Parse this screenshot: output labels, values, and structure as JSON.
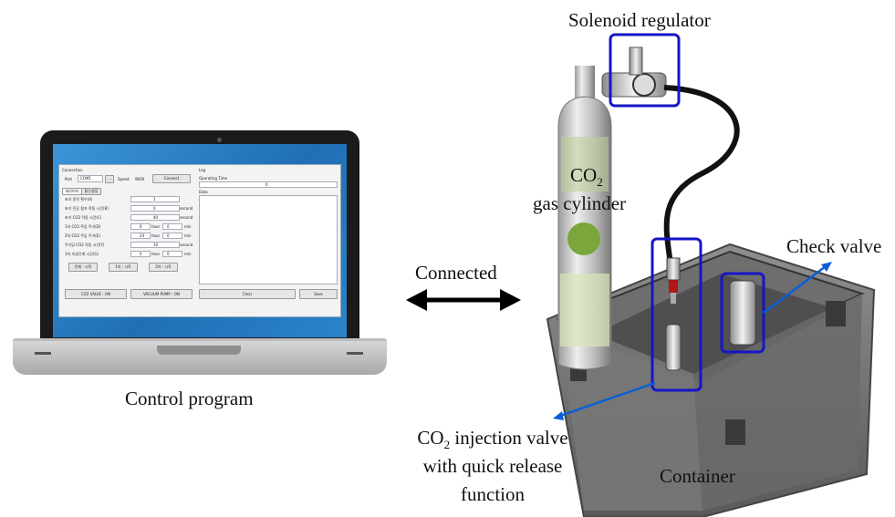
{
  "labels": {
    "solenoid": "Solenoid regulator",
    "co2_line1_main": "CO",
    "co2_line1_sub": "2",
    "co2_line2": "gas cylinder",
    "check_valve": "Check valve",
    "connected": "Connected",
    "control_program": "Control program",
    "injection_line1_a": "CO",
    "injection_line1_sub": "2",
    "injection_line1_b": " injection valve",
    "injection_line2": "with quick release",
    "injection_line3": "function",
    "container": "Container"
  },
  "app": {
    "connection_title": "Connection",
    "port_label": "Port",
    "port_value": "COM1",
    "speed_label": "Speed",
    "speed_value": "9600",
    "connect_button": "Connect",
    "log_title": "Log",
    "operating_time_label": "Operating Time",
    "operating_time_value": "0",
    "data_label": "Data",
    "tab1": "파라미터",
    "tab2": "통신설정",
    "rows": [
      {
        "label": "초기 동작 횟수(A)",
        "value": "1",
        "unit": ""
      },
      {
        "label": "초기 진공 펌프 작동 시간(B)",
        "value": "0",
        "unit": "second"
      },
      {
        "label": "초기 CO2 작동 시간(C)",
        "value": "40",
        "unit": "second"
      },
      {
        "label": "1차 CO2 주입 주기(D)",
        "value": "6",
        "unit": "hour",
        "value2": "0",
        "unit2": "min"
      },
      {
        "label": "2차 CO2 주입 주기(E)",
        "value": "24",
        "unit": "hour",
        "value2": "0",
        "unit2": "min"
      },
      {
        "label": "주기당 CO2 작동 시간(F)",
        "value": "10",
        "unit": "second"
      },
      {
        "label": "1차 속성단계 시간(G)",
        "value": "0",
        "unit": "hour",
        "value2": "0",
        "unit2": "min"
      }
    ],
    "start_all": "전체 : 시작",
    "start_1": "1차 : 시작",
    "start_2": "2차 : 시작",
    "co2_valve": "CO2 VALVE : ON",
    "vacuum_pump": "VACUUM PUMP : ON",
    "clear": "Clear",
    "save": "Save"
  },
  "colors": {
    "highlight": "#1515c8",
    "arrow": "#0a5fd8"
  }
}
